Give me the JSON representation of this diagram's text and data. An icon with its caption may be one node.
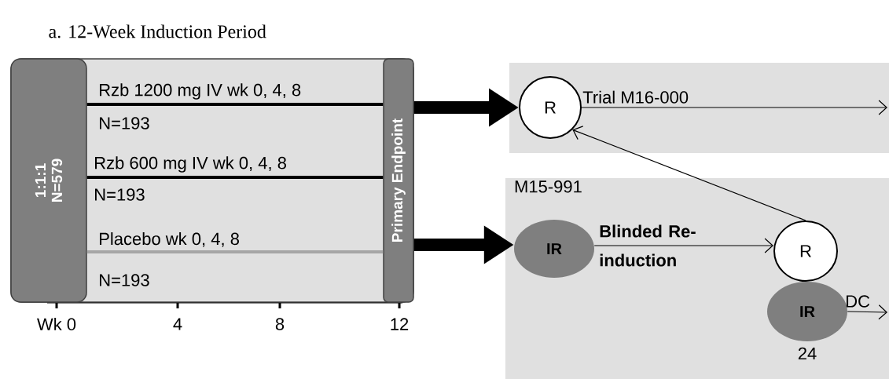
{
  "diagram": {
    "title": "a. 12-Week Induction Period",
    "nodes": [
      {
        "text": [],
        "shape": "box"
      },
      {
        "text": [
          "1:1:1 N=579"
        ],
        "in": 0
      },
      {
        "text": [
          "Primary Endpoint"
        ],
        "in": 0
      },
      {
        "text": [],
        "shape": "box"
      },
      {
        "text": [
          "M15-991"
        ]
      },
      {
        "text": [
          "R"
        ],
        "in": 3
      },
      {
        "text": [
          "IR"
        ],
        "in": 4
      },
      {
        "text": [
          "R"
        ],
        "in": 4
      },
      {
        "text": [
          "IR"
        ],
        "in": 4,
        "beside": [
          "24"
        ]
      }
    ],
    "edges": [
      {
        "from": 1,
        "to": 2,
        "arrow": "none",
        "label": "Rzb 1200 mg IV wk 0, 4, 8"
      },
      {
        "from": 1,
        "to": 2,
        "arrow": "none",
        "label": "Rzb 600 mg IV wk 0, 4, 8"
      },
      {
        "from": 1,
        "to": 2,
        "arrow": "none",
        "color": "#a6a6a6",
        "label": "Placebo wk 0, 4, 8"
      },
      {
        "from": 2,
        "to": 5,
        "arrow": "to",
        "style": "thick"
      },
      {
        "from": 2,
        "to": 6,
        "arrow": "to",
        "style": "thick"
      },
      {
        "from": 5,
        "to": null,
        "arrow": "to",
        "label": "Trial M16-000"
      },
      {
        "from": 7,
        "to": 5,
        "arrow": "to"
      },
      {
        "from": 6,
        "to": 7,
        "arrow": "to",
        "label": "Blinded Re- induction"
      },
      {
        "from": 8,
        "to": null,
        "arrow": "to",
        "label": "DC"
      }
    ],
    "labels": [
      "N=193",
      "N=193",
      "N=193",
      "Wk 0",
      "4",
      "8",
      "12"
    ]
  }
}
